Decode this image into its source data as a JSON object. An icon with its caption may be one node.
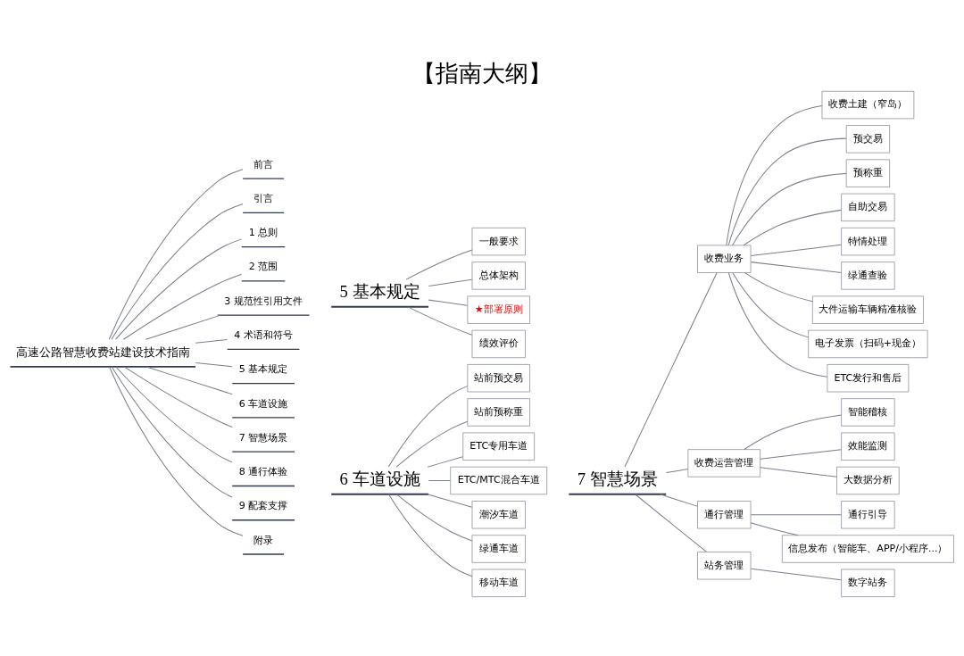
{
  "diagram": {
    "title": "【指南大纲】",
    "nodes": [
      {
        "text": [
          "高速公路智慧收费站建设技术指南"
        ]
      },
      {
        "text": [
          "前言"
        ]
      },
      {
        "text": [
          "引言"
        ]
      },
      {
        "text": [
          "1 总则"
        ]
      },
      {
        "text": [
          "2 范围"
        ]
      },
      {
        "text": [
          "3 规范性引用文件"
        ]
      },
      {
        "text": [
          "4 术语和符号"
        ]
      },
      {
        "text": [
          "5 基本规定"
        ]
      },
      {
        "text": [
          "6 车道设施"
        ]
      },
      {
        "text": [
          "7 智慧场景"
        ]
      },
      {
        "text": [
          "8 通行体验"
        ]
      },
      {
        "text": [
          "9 配套支撑"
        ]
      },
      {
        "text": [
          "附录"
        ]
      },
      {
        "text": [
          "5 基本规定"
        ]
      },
      {
        "text": [
          "一般要求"
        ]
      },
      {
        "text": [
          "总体架构"
        ]
      },
      {
        "text": [
          "★部署原则"
        ]
      },
      {
        "text": [
          "绩效评价"
        ]
      },
      {
        "text": [
          "6 车道设施"
        ]
      },
      {
        "text": [
          "站前预交易"
        ]
      },
      {
        "text": [
          "站前预称重"
        ]
      },
      {
        "text": [
          "ETC专用车道"
        ]
      },
      {
        "text": [
          "ETC/MTC混合车道"
        ]
      },
      {
        "text": [
          "潮汐车道"
        ]
      },
      {
        "text": [
          "绿通车道"
        ]
      },
      {
        "text": [
          "移动车道"
        ]
      },
      {
        "text": [
          "7 智慧场景"
        ]
      },
      {
        "text": [
          "收费业务"
        ]
      },
      {
        "text": [
          "收费土建（窄岛）"
        ]
      },
      {
        "text": [
          "预交易"
        ]
      },
      {
        "text": [
          "预称重"
        ]
      },
      {
        "text": [
          "自助交易"
        ]
      },
      {
        "text": [
          "特情处理"
        ]
      },
      {
        "text": [
          "绿通查验"
        ]
      },
      {
        "text": [
          "大件运输车辆精准核验"
        ]
      },
      {
        "text": [
          "电子发票（扫码+现金）"
        ]
      },
      {
        "text": [
          "ETC发行和售后"
        ]
      },
      {
        "text": [
          "收费运营管理"
        ]
      },
      {
        "text": [
          "智能稽核"
        ]
      },
      {
        "text": [
          "效能监测"
        ]
      },
      {
        "text": [
          "大数据分析"
        ]
      },
      {
        "text": [
          "通行管理"
        ]
      },
      {
        "text": [
          "通行引导"
        ]
      },
      {
        "text": [
          "信息发布（智能车、APP/小程序...）"
        ]
      },
      {
        "text": [
          "站务管理"
        ]
      },
      {
        "text": [
          "数字站务"
        ]
      }
    ],
    "edges": [
      {
        "from": 0,
        "to": 1,
        "arrow": "none"
      },
      {
        "from": 0,
        "to": 2,
        "arrow": "none"
      },
      {
        "from": 0,
        "to": 3,
        "arrow": "none"
      },
      {
        "from": 0,
        "to": 4,
        "arrow": "none"
      },
      {
        "from": 0,
        "to": 5,
        "arrow": "none"
      },
      {
        "from": 0,
        "to": 6,
        "arrow": "none"
      },
      {
        "from": 0,
        "to": 7,
        "arrow": "none"
      },
      {
        "from": 0,
        "to": 8,
        "arrow": "none"
      },
      {
        "from": 0,
        "to": 9,
        "arrow": "none"
      },
      {
        "from": 0,
        "to": 10,
        "arrow": "none"
      },
      {
        "from": 0,
        "to": 11,
        "arrow": "none"
      },
      {
        "from": 0,
        "to": 12,
        "arrow": "none"
      },
      {
        "from": 13,
        "to": 14,
        "arrow": "none"
      },
      {
        "from": 13,
        "to": 15,
        "arrow": "none"
      },
      {
        "from": 13,
        "to": 16,
        "arrow": "none"
      },
      {
        "from": 13,
        "to": 17,
        "arrow": "none"
      },
      {
        "from": 18,
        "to": 19,
        "arrow": "none"
      },
      {
        "from": 18,
        "to": 20,
        "arrow": "none"
      },
      {
        "from": 18,
        "to": 21,
        "arrow": "none"
      },
      {
        "from": 18,
        "to": 22,
        "arrow": "none"
      },
      {
        "from": 18,
        "to": 23,
        "arrow": "none"
      },
      {
        "from": 18,
        "to": 24,
        "arrow": "none"
      },
      {
        "from": 18,
        "to": 25,
        "arrow": "none"
      },
      {
        "from": 26,
        "to": 27,
        "arrow": "none"
      },
      {
        "from": 27,
        "to": 28,
        "arrow": "none"
      },
      {
        "from": 27,
        "to": 29,
        "arrow": "none"
      },
      {
        "from": 27,
        "to": 30,
        "arrow": "none"
      },
      {
        "from": 27,
        "to": 31,
        "arrow": "none"
      },
      {
        "from": 27,
        "to": 32,
        "arrow": "none"
      },
      {
        "from": 27,
        "to": 33,
        "arrow": "none"
      },
      {
        "from": 27,
        "to": 34,
        "arrow": "none"
      },
      {
        "from": 27,
        "to": 35,
        "arrow": "none"
      },
      {
        "from": 27,
        "to": 36,
        "arrow": "none"
      },
      {
        "from": 26,
        "to": 37,
        "arrow": "none"
      },
      {
        "from": 37,
        "to": 38,
        "arrow": "none"
      },
      {
        "from": 37,
        "to": 39,
        "arrow": "none"
      },
      {
        "from": 37,
        "to": 40,
        "arrow": "none"
      },
      {
        "from": 26,
        "to": 41,
        "arrow": "none"
      },
      {
        "from": 41,
        "to": 42,
        "arrow": "none"
      },
      {
        "from": 41,
        "to": 43,
        "arrow": "none"
      },
      {
        "from": 26,
        "to": 44,
        "arrow": "none"
      },
      {
        "from": 44,
        "to": 45,
        "arrow": "none"
      }
    ]
  }
}
